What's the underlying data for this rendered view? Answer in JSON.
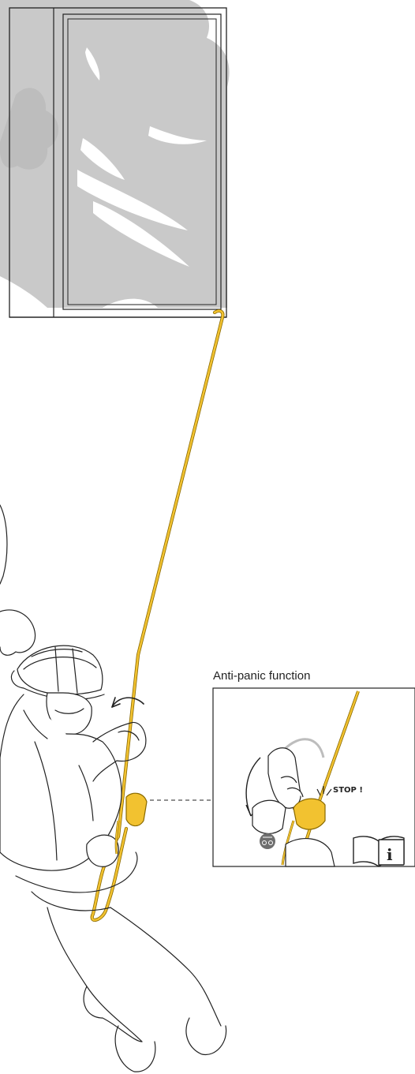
{
  "inset": {
    "title": "Anti-panic function",
    "stop_label": "STOP !",
    "info_icon_letter": "i"
  },
  "colors": {
    "rope": "#f2c230",
    "rope_outline": "#8a6a00",
    "building_shadow": "#c8c8c8",
    "line": "#222222",
    "device_badge": "#6e6e6e"
  },
  "icons": [
    "manual-info-icon",
    "rotation-arrow-icon",
    "device-badge-icon"
  ]
}
